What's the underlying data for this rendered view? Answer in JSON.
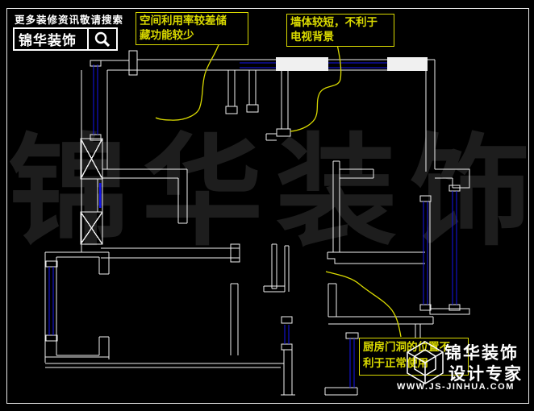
{
  "header": {
    "tagline": "更多装修资讯敬请搜索",
    "brand": "锦华装饰",
    "search_icon": "magnifier-icon"
  },
  "annotations": [
    {
      "line1": "空间利用率较差储",
      "line2": "藏功能较少"
    },
    {
      "line1": "墙体较短，不利于",
      "line2": "电视背景"
    },
    {
      "line1": "厨房门洞的位置不",
      "line2": "利于正常使用"
    }
  ],
  "watermark_characters": [
    "锦",
    "华",
    "装",
    "饰"
  ],
  "brand_footer": {
    "cube_icon": "cube-logo-icon",
    "line1": "锦华装饰",
    "line2": "设计专家",
    "website": "WWW.JS-JINHUA.COM"
  },
  "colors": {
    "background": "#000000",
    "wall": "#f0f0f0",
    "window": "#1414f0",
    "annotation": "#d9d900",
    "watermark": "#1d1d1d"
  }
}
